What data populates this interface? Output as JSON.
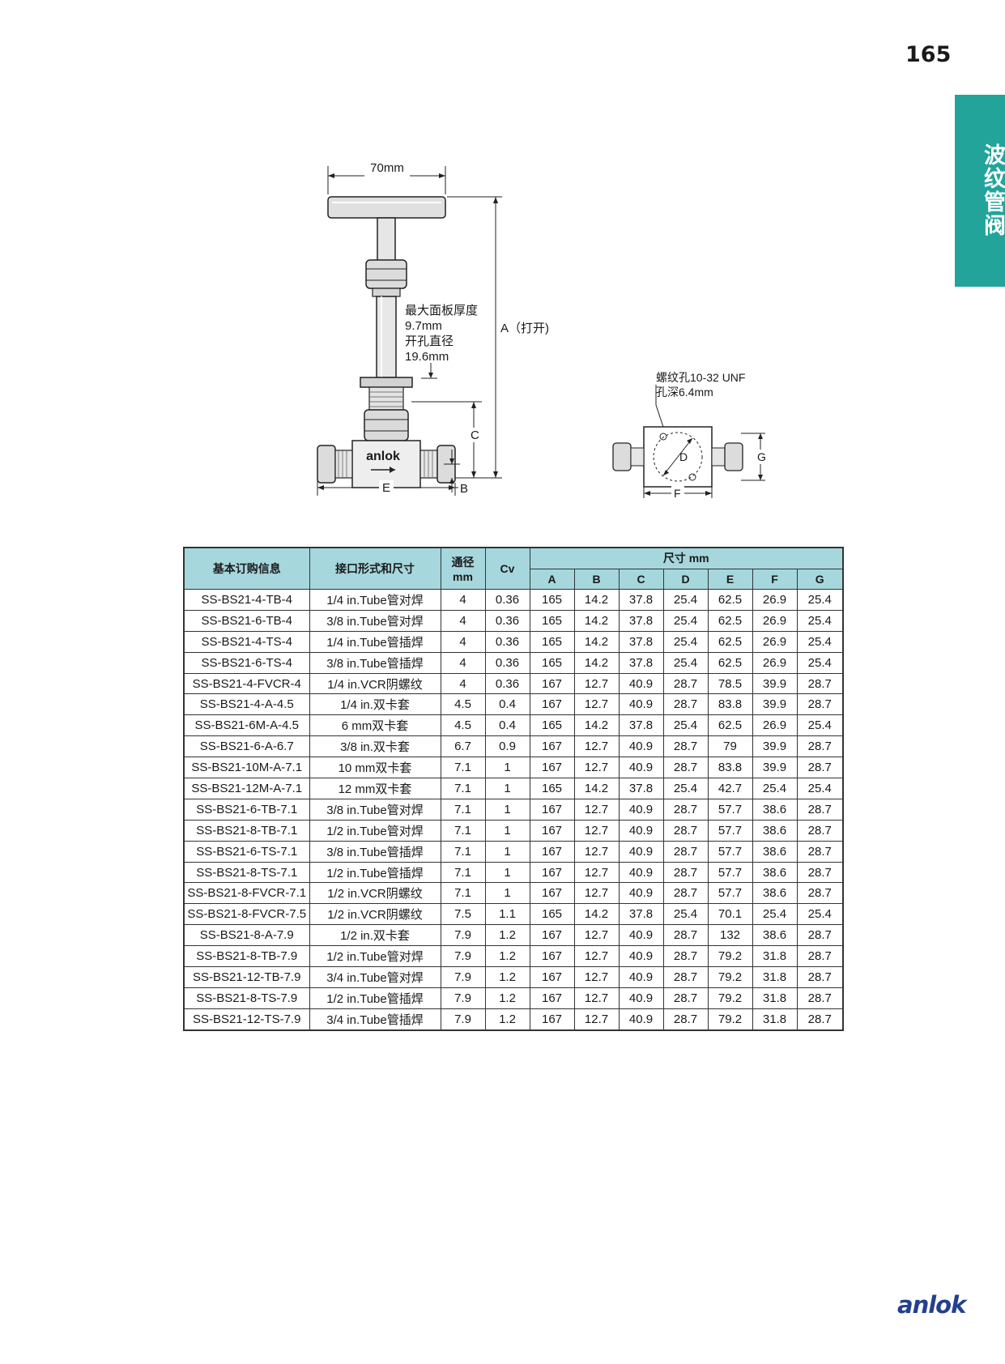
{
  "page_number": "165",
  "side_tab": {
    "label": "波纹管阀"
  },
  "diagram": {
    "handle_width": "70mm",
    "panel_note": [
      "最大面板厚度",
      "9.7mm",
      "开孔直径",
      "19.6mm"
    ],
    "body_brand": "anlok",
    "label_A": "A（打开)",
    "label_B": "B",
    "label_C": "C",
    "label_E": "E",
    "thread_note": [
      "螺纹孔10-32 UNF",
      "孔深6.4mm"
    ],
    "label_D": "D",
    "label_F": "F",
    "label_G": "G"
  },
  "table": {
    "headers": {
      "order_info": "基本订购信息",
      "connection": "接口形式和尺寸",
      "orifice_line1": "通径",
      "orifice_line2": "mm",
      "cv": "Cv",
      "dimensions": "尺寸 mm",
      "dim_cols": [
        "A",
        "B",
        "C",
        "D",
        "E",
        "F",
        "G"
      ]
    },
    "rows": [
      [
        "SS-BS21-4-TB-4",
        "1/4 in.Tube管对焊",
        "4",
        "0.36",
        "165",
        "14.2",
        "37.8",
        "25.4",
        "62.5",
        "26.9",
        "25.4"
      ],
      [
        "SS-BS21-6-TB-4",
        "3/8 in.Tube管对焊",
        "4",
        "0.36",
        "165",
        "14.2",
        "37.8",
        "25.4",
        "62.5",
        "26.9",
        "25.4"
      ],
      [
        "SS-BS21-4-TS-4",
        "1/4 in.Tube管插焊",
        "4",
        "0.36",
        "165",
        "14.2",
        "37.8",
        "25.4",
        "62.5",
        "26.9",
        "25.4"
      ],
      [
        "SS-BS21-6-TS-4",
        "3/8 in.Tube管插焊",
        "4",
        "0.36",
        "165",
        "14.2",
        "37.8",
        "25.4",
        "62.5",
        "26.9",
        "25.4"
      ],
      [
        "SS-BS21-4-FVCR-4",
        "1/4 in.VCR阴螺纹",
        "4",
        "0.36",
        "167",
        "12.7",
        "40.9",
        "28.7",
        "78.5",
        "39.9",
        "28.7"
      ],
      [
        "SS-BS21-4-A-4.5",
        "1/4 in.双卡套",
        "4.5",
        "0.4",
        "167",
        "12.7",
        "40.9",
        "28.7",
        "83.8",
        "39.9",
        "28.7"
      ],
      [
        "SS-BS21-6M-A-4.5",
        "6 mm双卡套",
        "4.5",
        "0.4",
        "165",
        "14.2",
        "37.8",
        "25.4",
        "62.5",
        "26.9",
        "25.4"
      ],
      [
        "SS-BS21-6-A-6.7",
        "3/8 in.双卡套",
        "6.7",
        "0.9",
        "167",
        "12.7",
        "40.9",
        "28.7",
        "79",
        "39.9",
        "28.7"
      ],
      [
        "SS-BS21-10M-A-7.1",
        "10 mm双卡套",
        "7.1",
        "1",
        "167",
        "12.7",
        "40.9",
        "28.7",
        "83.8",
        "39.9",
        "28.7"
      ],
      [
        "SS-BS21-12M-A-7.1",
        "12 mm双卡套",
        "7.1",
        "1",
        "165",
        "14.2",
        "37.8",
        "25.4",
        "42.7",
        "25.4",
        "25.4"
      ],
      [
        "SS-BS21-6-TB-7.1",
        "3/8 in.Tube管对焊",
        "7.1",
        "1",
        "167",
        "12.7",
        "40.9",
        "28.7",
        "57.7",
        "38.6",
        "28.7"
      ],
      [
        "SS-BS21-8-TB-7.1",
        "1/2 in.Tube管对焊",
        "7.1",
        "1",
        "167",
        "12.7",
        "40.9",
        "28.7",
        "57.7",
        "38.6",
        "28.7"
      ],
      [
        "SS-BS21-6-TS-7.1",
        "3/8 in.Tube管插焊",
        "7.1",
        "1",
        "167",
        "12.7",
        "40.9",
        "28.7",
        "57.7",
        "38.6",
        "28.7"
      ],
      [
        "SS-BS21-8-TS-7.1",
        "1/2 in.Tube管插焊",
        "7.1",
        "1",
        "167",
        "12.7",
        "40.9",
        "28.7",
        "57.7",
        "38.6",
        "28.7"
      ],
      [
        "SS-BS21-8-FVCR-7.1",
        "1/2 in.VCR阴螺纹",
        "7.1",
        "1",
        "167",
        "12.7",
        "40.9",
        "28.7",
        "57.7",
        "38.6",
        "28.7"
      ],
      [
        "SS-BS21-8-FVCR-7.5",
        "1/2 in.VCR阴螺纹",
        "7.5",
        "1.1",
        "165",
        "14.2",
        "37.8",
        "25.4",
        "70.1",
        "25.4",
        "25.4"
      ],
      [
        "SS-BS21-8-A-7.9",
        "1/2 in.双卡套",
        "7.9",
        "1.2",
        "167",
        "12.7",
        "40.9",
        "28.7",
        "132",
        "38.6",
        "28.7"
      ],
      [
        "SS-BS21-8-TB-7.9",
        "1/2 in.Tube管对焊",
        "7.9",
        "1.2",
        "167",
        "12.7",
        "40.9",
        "28.7",
        "79.2",
        "31.8",
        "28.7"
      ],
      [
        "SS-BS21-12-TB-7.9",
        "3/4 in.Tube管对焊",
        "7.9",
        "1.2",
        "167",
        "12.7",
        "40.9",
        "28.7",
        "79.2",
        "31.8",
        "28.7"
      ],
      [
        "SS-BS21-8-TS-7.9",
        "1/2 in.Tube管插焊",
        "7.9",
        "1.2",
        "167",
        "12.7",
        "40.9",
        "28.7",
        "79.2",
        "31.8",
        "28.7"
      ],
      [
        "SS-BS21-12-TS-7.9",
        "3/4 in.Tube管插焊",
        "7.9",
        "1.2",
        "167",
        "12.7",
        "40.9",
        "28.7",
        "79.2",
        "31.8",
        "28.7"
      ]
    ]
  },
  "brand_logo": "anlok",
  "colors": {
    "tab_teal": "#22a49a",
    "header_blue": "#a6d7dd",
    "logo_blue": "#243f8c"
  }
}
